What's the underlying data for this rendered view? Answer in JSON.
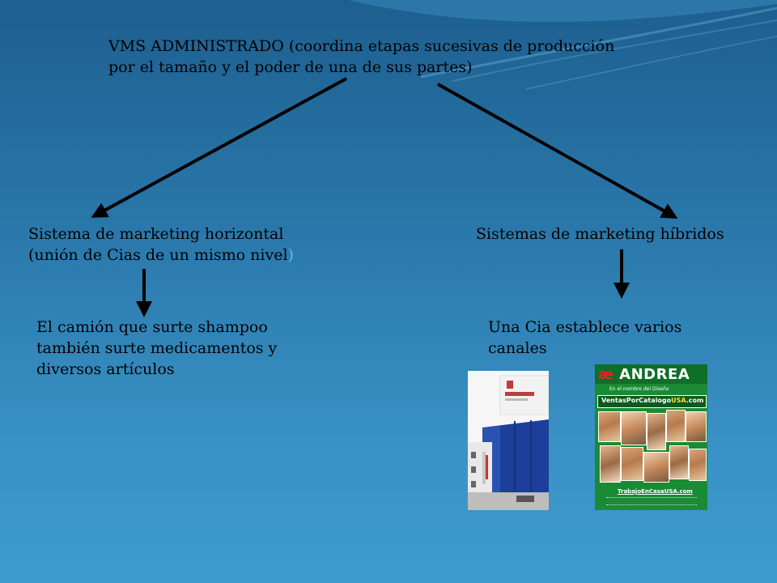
{
  "diagram": {
    "title_line1": "VMS ADMINISTRADO  (coordina etapas sucesivas de producción",
    "title_line2": "por el tamaño y el poder de una de sus partes)",
    "left_node_line1": "Sistema de marketing horizontal",
    "left_node_line2": "(unión de Cias de un mismo nivel",
    "left_node_paren": ")",
    "right_node": "Sistemas de marketing híbridos",
    "left_example_line1": "El camión que surte  shampoo",
    "left_example_line2": "también surte medicamentos y",
    "left_example_line3": "diversos artículos",
    "right_example_line1": "Una Cia establece varios",
    "right_example_line2": "canales"
  },
  "catalog": {
    "brand_symbol": "æ",
    "brand_name": "ANDREA",
    "subtitle": "En el nombre del Diseño",
    "url_part1": "VentasPorCatalogo",
    "url_part2": "USA",
    "url_part3": ".com",
    "footer_url": "TrabajoEnCasaUSA.com"
  },
  "colors": {
    "background_top": "#1d5f8f",
    "background_bottom": "#3e9bd0",
    "paren_highlight": "#4fc3ff",
    "catalog_green": "#1a8b34"
  }
}
